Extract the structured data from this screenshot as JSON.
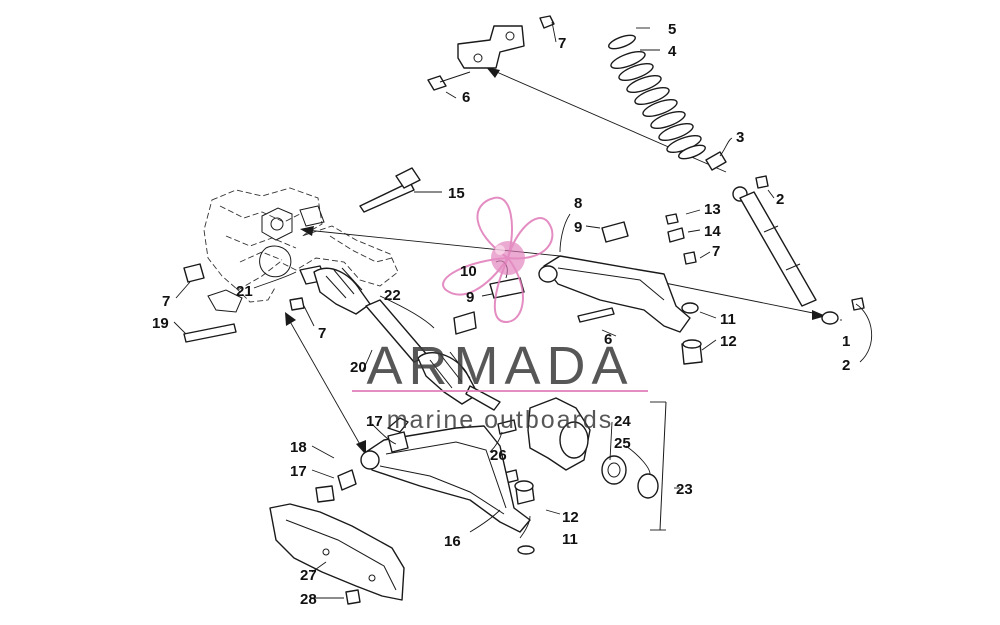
{
  "callouts": {
    "c1": "1",
    "c2a": "2",
    "c2b": "2",
    "c3": "3",
    "c4": "4",
    "c5": "5",
    "c6a": "6",
    "c6b": "6",
    "c7a": "7",
    "c7b": "7",
    "c7c": "7",
    "c7d": "7",
    "c8": "8",
    "c9a": "9",
    "c9b": "9",
    "c10": "10",
    "c11a": "11",
    "c11b": "11",
    "c12a": "12",
    "c12b": "12",
    "c13": "13",
    "c14": "14",
    "c15": "15",
    "c16": "16",
    "c17a": "17",
    "c17b": "17",
    "c18": "18",
    "c19": "19",
    "c20": "20",
    "c21": "21",
    "c22": "22",
    "c23": "23",
    "c24": "24",
    "c25": "25",
    "c26": "26",
    "c27": "27",
    "c28": "28"
  },
  "watermark": {
    "brand": "ARMADA",
    "tagline": "marine outboards",
    "accent_color": "#e07ab8",
    "text_color": "#3a3a3a"
  },
  "line_color": "#1a1a1a"
}
